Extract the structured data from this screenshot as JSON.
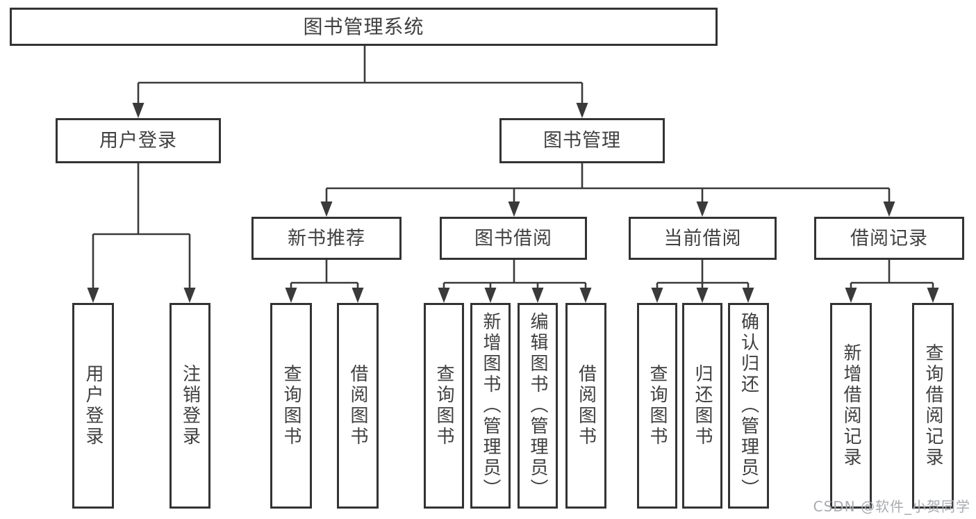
{
  "diagram": {
    "title": "图书管理系统",
    "colors": {
      "line": "#3a3a3a",
      "box_border": "#333333",
      "text": "#3f3f3f",
      "background": "#ffffff",
      "watermark_text_color": "#a8abb0"
    },
    "nodes": {
      "root": "图书管理系统",
      "level2": [
        "用户登录",
        "图书管理"
      ],
      "level3": [
        "新书推荐",
        "图书借阅",
        "当前借阅",
        "借阅记录"
      ],
      "leaves": [
        "用户登录",
        "注销登录",
        "查询图书",
        "借阅图书",
        "查询图书",
        "新增图书（管理员）",
        "编辑图书（管理员）",
        "借阅图书",
        "查询图书",
        "归还图书",
        "确认归还（管理员）",
        "新增借阅记录",
        "查询借阅记录"
      ]
    },
    "hierarchy": {
      "图书管理系统": {
        "用户登录": [
          "用户登录",
          "注销登录"
        ],
        "图书管理": {
          "新书推荐": [
            "查询图书",
            "借阅图书"
          ],
          "图书借阅": [
            "查询图书",
            "新增图书（管理员）",
            "编辑图书（管理员）",
            "借阅图书"
          ],
          "当前借阅": [
            "查询图书",
            "归还图书",
            "确认归还（管理员）"
          ],
          "借阅记录": [
            "新增借阅记录",
            "查询借阅记录"
          ]
        }
      }
    },
    "watermark": "CSDN @软件_小贺同学"
  }
}
